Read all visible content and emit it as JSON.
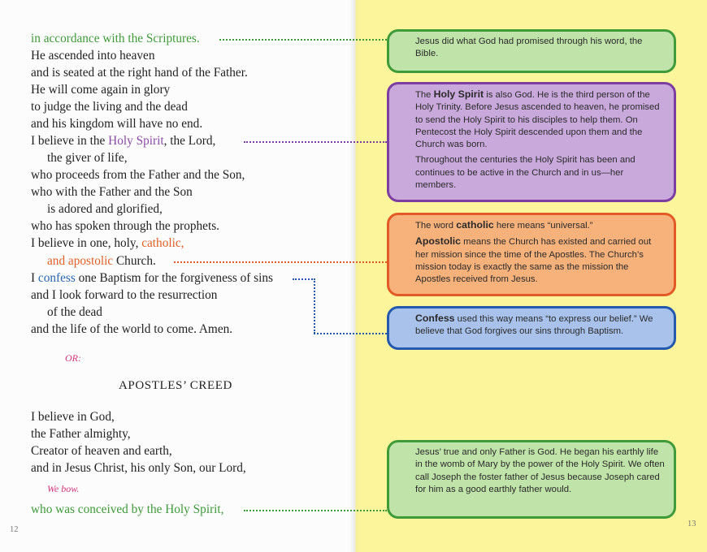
{
  "creed": {
    "l1": "in accordance with the Scriptures.",
    "l2": "He ascended into heaven",
    "l3": "and is seated at the right hand of the Father.",
    "l4": "He will come again in glory",
    "l5": "to judge the living and the dead",
    "l6": "and his kingdom will have no end.",
    "l7a": "I believe in the ",
    "l7b": "Holy Spirit",
    "l7c": ", the Lord,",
    "l8": "the giver of life,",
    "l9": "who proceeds from the Father and the Son,",
    "l10": "who with the Father and the Son",
    "l11": "is adored and glorified,",
    "l12": "who has spoken through the prophets.",
    "l13a": "I believe in one, holy, ",
    "l13b": "catholic,",
    "l14a": "and apostolic",
    "l14b": " Church.",
    "l15a": "I ",
    "l15b": "confess",
    "l15c": " one Baptism for the forgiveness of sins",
    "l16": "and I look forward to the resurrection",
    "l17": "of the dead",
    "l18": "and the life of the world to come. Amen."
  },
  "rubric_or": "OR:",
  "apostles_heading": "APOSTLES’ CREED",
  "apostles": {
    "l1": "I believe in God,",
    "l2": "the Father almighty,",
    "l3": "Creator of heaven and earth,",
    "l4": "and in Jesus Christ, his only Son, our Lord,",
    "l5": "who was conceived by the Holy Spirit,"
  },
  "rubric_bow": "We bow.",
  "page_left_number": "12",
  "page_right_number": "13",
  "callouts": {
    "scriptures": "Jesus did what God had promised through his word, the Bible.",
    "holy_spirit": {
      "p1_pre": "The ",
      "p1_term": "Holy Spirit",
      "p1_post": " is also God. He is the third person of the Holy Trinity. Before Jesus ascended to heaven, he promised to send the Holy Spirit to his disciples to help them. On Pentecost the Holy Spirit descended upon them and the Church was born.",
      "p2": "Throughout the centuries the Holy Spirit has been and continues to be active in the Church and in us—her members."
    },
    "catholic": {
      "p1_pre": "The word ",
      "p1_term": "catholic",
      "p1_post": " here means “universal.”",
      "p2_term": "Apostolic",
      "p2_post": " means the Church has existed and carried out her mission since the time of the Apostles. The Church’s mission today is exactly the same as the mission the Apostles received from Jesus."
    },
    "confess": {
      "term": "Confess",
      "post": " used this way means “to express our belief.” We believe that God forgives our sins through Baptism."
    },
    "conceived": "Jesus’ true and only Father is God. He began his earthly life in the womb of Mary by the power of the Holy Spirit. We often call Joseph the foster father of Jesus because Joseph cared for him as a good earthly father would."
  },
  "colors": {
    "green": "#3f9a3a",
    "purple": "#7d3ea1",
    "orange": "#e25a25",
    "blue": "#2459ae",
    "rubric": "#d4337b",
    "right_page": "#fdf59c"
  }
}
